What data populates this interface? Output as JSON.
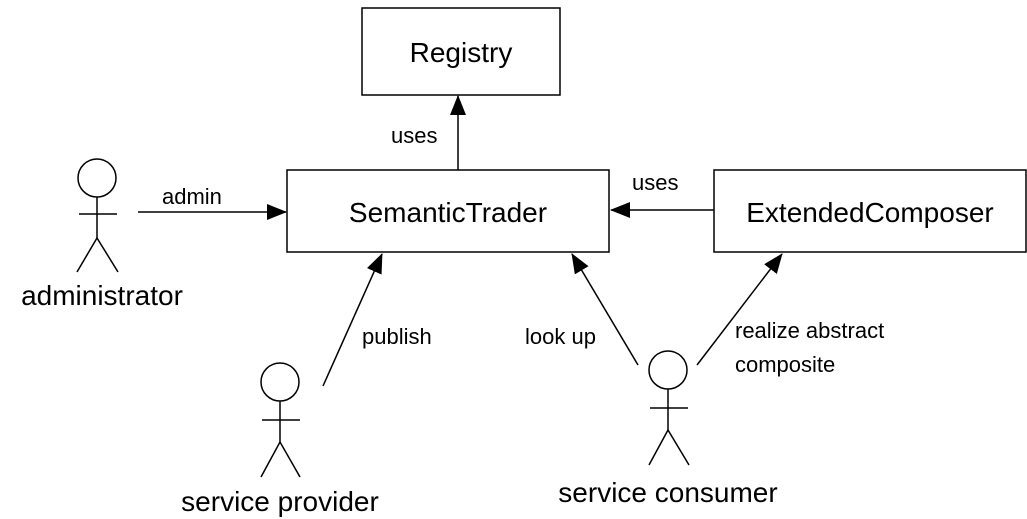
{
  "nodes": {
    "registry": "Registry",
    "semantic_trader": "SemanticTrader",
    "extended_composer": "ExtendedComposer"
  },
  "actors": {
    "administrator": "administrator",
    "service_provider": "service provider",
    "service_consumer": "service consumer"
  },
  "edges": {
    "trader_uses_registry": "uses",
    "admin": "admin",
    "composer_uses_trader": "uses",
    "publish": "publish",
    "look_up": "look up",
    "realize_line1": "realize abstract",
    "realize_line2": "composite"
  }
}
